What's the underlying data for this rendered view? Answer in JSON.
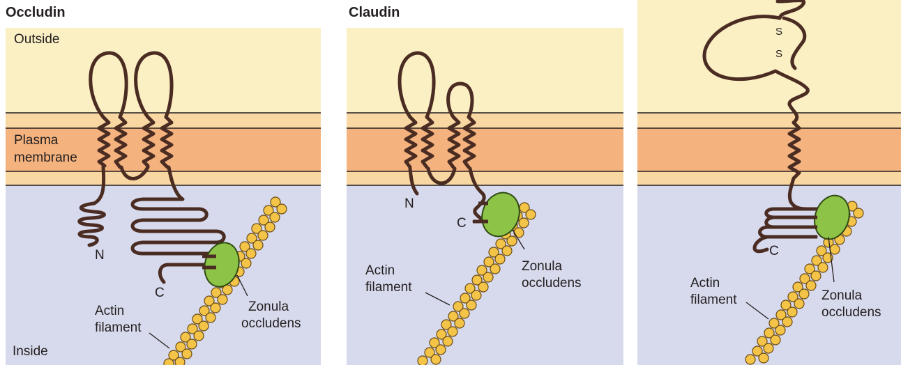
{
  "panels": [
    {
      "title": "Occludin",
      "labels": {
        "outside": "Outside",
        "membrane_line1": "Plasma",
        "membrane_line2": "membrane",
        "inside": "Inside",
        "n_term": "N",
        "c_term": "C",
        "actin_line1": "Actin",
        "actin_line2": "filament",
        "zo_line1": "Zonula",
        "zo_line2": "occludens"
      }
    },
    {
      "title": "Claudin",
      "labels": {
        "n_term": "N",
        "c_term": "C",
        "actin_line1": "Actin",
        "actin_line2": "filament",
        "zo_line1": "Zonula",
        "zo_line2": "occludens"
      }
    },
    {
      "title": "",
      "labels": {
        "s1": "S",
        "s2": "S",
        "c_term": "C",
        "actin_line1": "Actin",
        "actin_line2": "filament",
        "zo_line1": "Zonula",
        "zo_line2": "occludens"
      }
    }
  ],
  "colors": {
    "outside": "#fbefc4",
    "membrane_head": "#f9d7a2",
    "membrane_core": "#f4b27e",
    "inside": "#d7daec",
    "protein": "#c99277",
    "protein_outline": "#4a2c22",
    "zonula": "#8dc448",
    "actin": "#f3c447"
  }
}
